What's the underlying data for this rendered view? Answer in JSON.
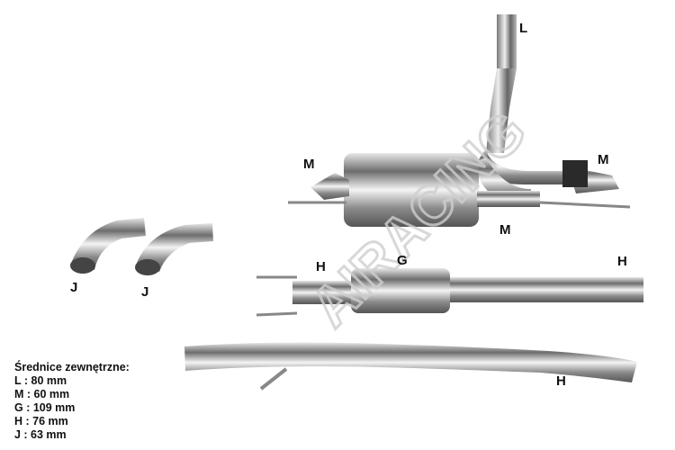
{
  "watermark": "AIRACING",
  "part_labels": {
    "L": "L",
    "M_left": "M",
    "M_right": "M",
    "M_bottom": "M",
    "J_left": "J",
    "J_right": "J",
    "H_mid_left": "H",
    "G": "G",
    "H_mid_right": "H",
    "H_bottom": "H"
  },
  "legend": {
    "title": "Średnice zewnętrzne:",
    "items": [
      "L : 80 mm",
      "M : 60 mm",
      "G : 109 mm",
      "H : 76 mm",
      "J : 63 mm"
    ]
  }
}
